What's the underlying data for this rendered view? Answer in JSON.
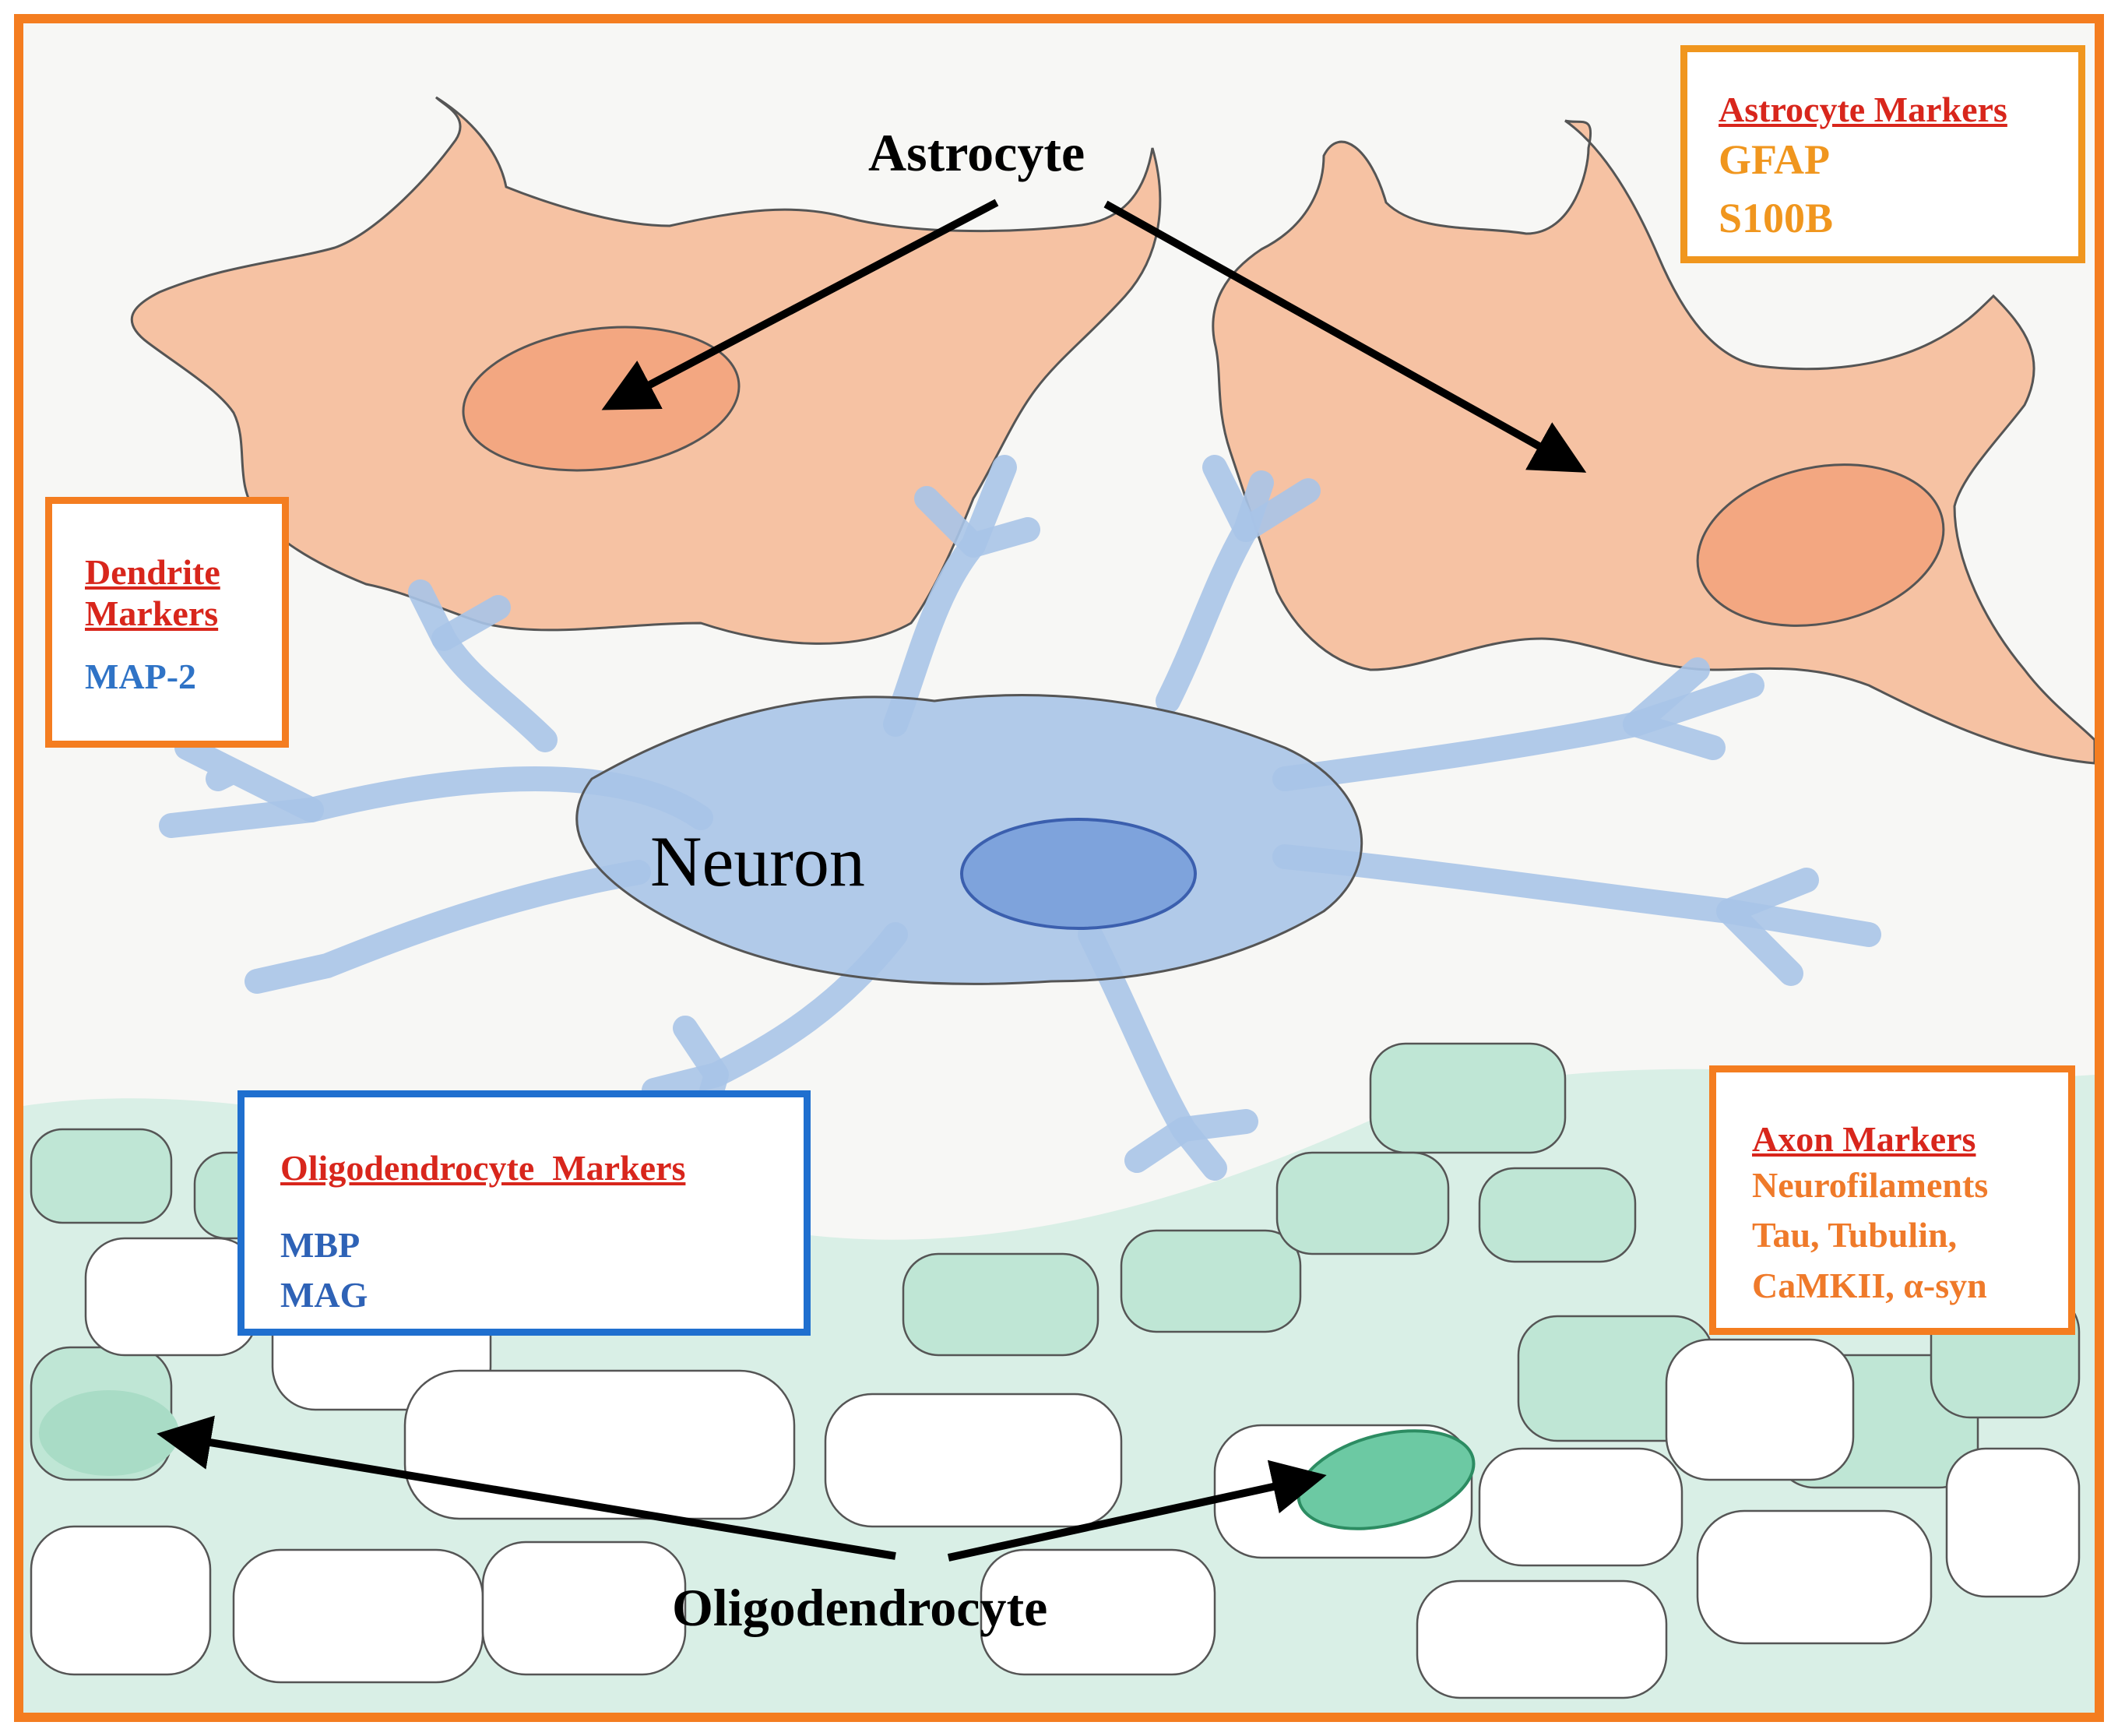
{
  "colors": {
    "frame": "#f47d20",
    "astrocyte_fill": "#f6b894",
    "neuron_fill": "#a9c4e8",
    "oligo_fill": "#9fdcc4",
    "box_title": "#d8261c",
    "astro_marker_text": "#f0961e",
    "dendrite_marker_text": "#2f73c6",
    "oligo_box_border": "#1f6fcf",
    "oligo_marker_text": "#2e62b6",
    "axon_marker_text": "#ef7a2a",
    "arrow": "#000000"
  },
  "labels": {
    "astrocyte": "Astrocyte",
    "neuron": "Neuron",
    "oligodendrocyte": "Oligodendrocyte"
  },
  "boxes": {
    "astrocyte_markers": {
      "title": "Astrocyte Markers",
      "items": [
        "GFAP",
        "S100B"
      ]
    },
    "dendrite_markers": {
      "title_line1": "Dendrite",
      "title_line2": "Markers",
      "items": [
        "MAP-2"
      ]
    },
    "oligodendrocyte_markers": {
      "title": "Oligodendrocyte  Markers",
      "items": [
        "MBP",
        "MAG"
      ]
    },
    "axon_markers": {
      "title": "Axon Markers",
      "items": [
        "Neurofilaments",
        "Tau, Tubulin,",
        "CaMKII, α-syn"
      ]
    }
  }
}
